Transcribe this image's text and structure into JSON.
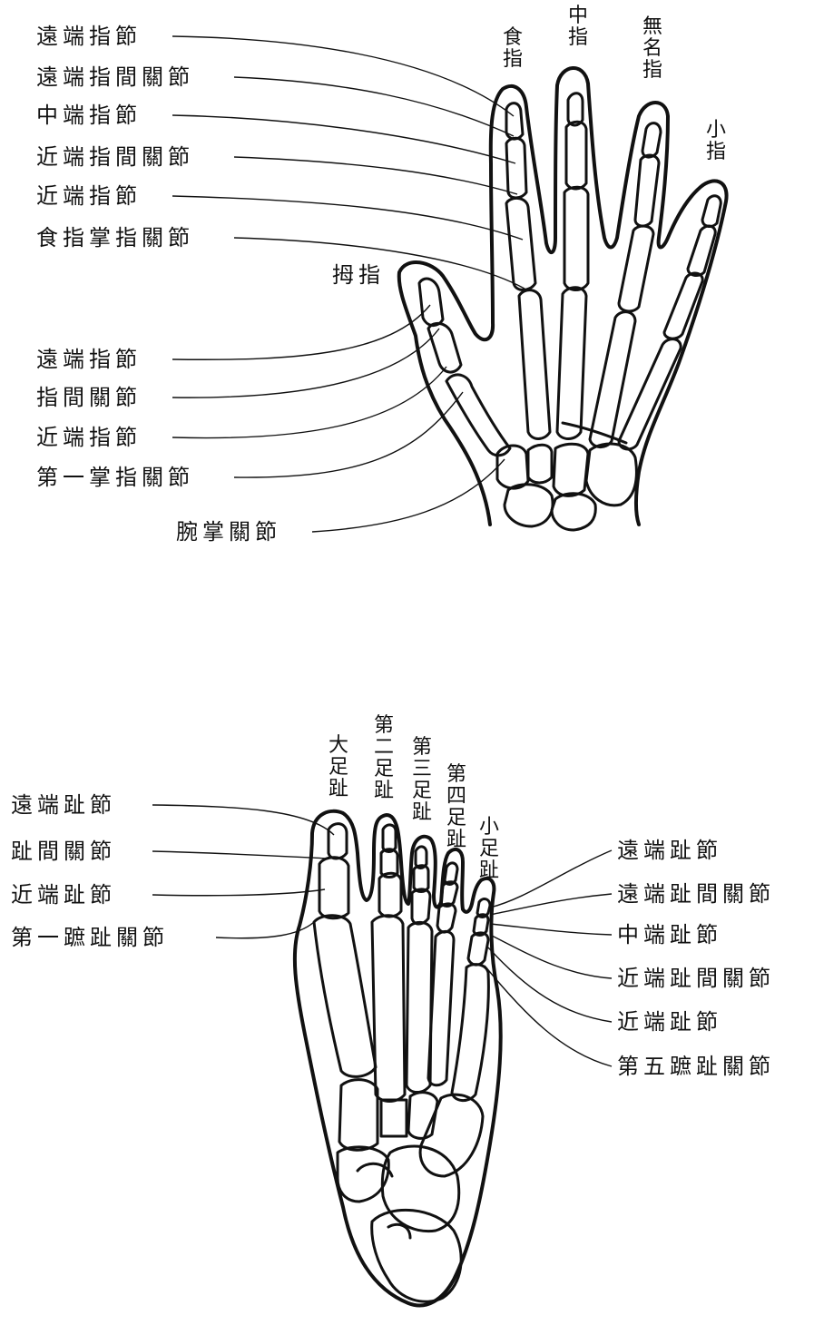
{
  "hand": {
    "fingers": {
      "index": "食指",
      "middle": "中指",
      "ring": "無名指",
      "little": "小指",
      "thumb": "拇指"
    },
    "labels": {
      "distal_phalanx": "遠端指節",
      "dip_joint": "遠端指間關節",
      "middle_phalanx": "中端指節",
      "pip_joint": "近端指間關節",
      "proximal_phalanx": "近端指節",
      "index_mcp_joint": "食指掌指關節",
      "thumb_distal_phalanx": "遠端指節",
      "thumb_ip_joint": "指間關節",
      "thumb_proximal_phalanx": "近端指節",
      "first_mcp_joint": "第一掌指關節",
      "carpometacarpal_joint": "腕掌關節"
    }
  },
  "foot": {
    "toes": {
      "big": "大足趾",
      "second": "第二足趾",
      "third": "第三足趾",
      "fourth": "第四足趾",
      "little": "小足趾"
    },
    "left_labels": {
      "distal_phalanx": "遠端趾節",
      "ip_joint": "趾間關節",
      "proximal_phalanx": "近端趾節",
      "first_mtp_joint": "第一蹠趾關節"
    },
    "right_labels": {
      "distal_phalanx": "遠端趾節",
      "dip_joint": "遠端趾間關節",
      "middle_phalanx": "中端趾節",
      "pip_joint": "近端趾間關節",
      "proximal_phalanx": "近端趾節",
      "fifth_mtp_joint": "第五蹠趾關節"
    }
  }
}
